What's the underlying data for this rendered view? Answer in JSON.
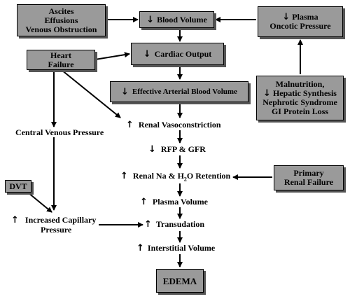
{
  "boxes": {
    "ascites": [
      "Ascites",
      "Effusions",
      "Venous Obstruction"
    ],
    "blood_volume": "Blood Volume",
    "plasma_oncotic": [
      "Plasma",
      "Oncotic  Pressure"
    ],
    "heart_failure": [
      "Heart",
      "Failure"
    ],
    "cardiac_output": "Cardiac Output",
    "effective_arterial": "Effective Arterial Blood Volume",
    "malnutrition": [
      "Malnutrition,",
      "Hepatic Synthesis",
      "Nephrotic Syndrome",
      "GI Protein Loss"
    ],
    "dvt": "DVT",
    "primary_renal": [
      "Primary",
      "Renal Failure"
    ],
    "edema": "EDEMA"
  },
  "labels": {
    "central_venous": "Central Venous  Pressure",
    "renal_vaso": "Renal Vasoconstriction",
    "rfp_gfr": "RFP & GFR",
    "renal_na_prefix": "Renal Na & H",
    "renal_na_sub": "2",
    "renal_na_suffix": "O Retention",
    "plasma_volume": "Plasma Volume",
    "increased_capillary": [
      "Increased Capillary",
      "Pressure"
    ],
    "transudation": "Transudation",
    "interstitial": "Interstitial Volume"
  },
  "icons": {
    "up": "↑",
    "down": "↓"
  },
  "colors": {
    "box_fill": "#9a9a9a",
    "box_border": "#000000",
    "shadow": "#555555"
  }
}
